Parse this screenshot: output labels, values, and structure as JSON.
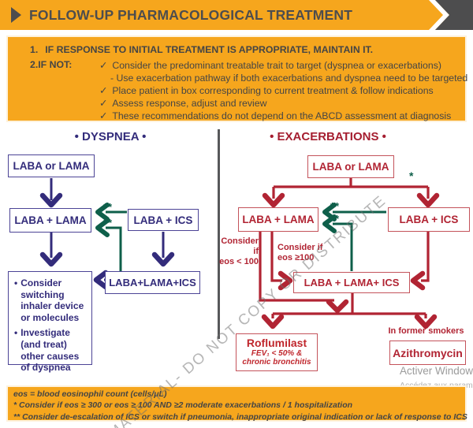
{
  "header": {
    "title": "FOLLOW-UP PHARMACOLOGICAL TREATMENT"
  },
  "instructions": {
    "item1_number": "1.",
    "item1_text": "IF RESPONSE TO INITIAL TREATMENT IS APPROPRIATE, MAINTAIN IT.",
    "item2_number": "2.",
    "item2_label": "IF NOT:",
    "checkmark": "✓",
    "checks": [
      {
        "text": "Consider the predominant treatable trait to target (dyspnea or exacerbations)",
        "sub": "- Use exacerbation pathway if both exacerbations and dyspnea need to be targeted"
      },
      {
        "text": "Place patient in box corresponding to current treatment & follow indications"
      },
      {
        "text": "Assess response, adjust and review"
      },
      {
        "text": "These recommendations do not depend on the ABCD assessment at diagnosis"
      }
    ]
  },
  "dyspnea_pathway": {
    "heading": "• DYSPNEA •",
    "bullet": "•",
    "boxes": {
      "initial": "LABA or LAMA",
      "laba_lama": "LABA + LAMA",
      "laba_ics": "LABA + ICS",
      "triple": "LABA+LAMA+ICS"
    },
    "advice_items": [
      "Consider\nswitching\ninhaler device\nor molecules",
      "Investigate\n(and treat)\nother causes\nof dyspnea"
    ]
  },
  "exacerbations_pathway": {
    "heading": "• EXACERBATIONS •",
    "boxes": {
      "initial": "LABA or LAMA",
      "laba_lama": "LABA + LAMA",
      "laba_ics": "LABA + ICS",
      "triple": "LABA + LAMA+ ICS",
      "roflumilast": "Roflumilast",
      "azithromycin": "Azithromycin"
    },
    "roflumilast_note": "FEV₁ < 50% &\nchronic bronchitis",
    "former_smokers_label": "In former smokers",
    "eos_low_label": "Consider if\neos < 100",
    "eos_high_label": "Consider if\neos ≥100"
  },
  "markers": {
    "star": "*",
    "double_star": "**"
  },
  "footnotes": {
    "line1": "eos = blood eosinophil count (cells/μL)",
    "line2": "* Consider if eos ≥ 300 or eos ≥ 100 AND ≥2 moderate exacerbations / 1 hospitalization",
    "line3": "** Consider de-escalation of ICS or switch if pneumonia, inappropriate original indication or lack of response to ICS"
  },
  "watermarks": {
    "diagonal": "MATERIAL- DO NOT COPY OR DISTRIBUTE",
    "activation_line1": "Activer Windows",
    "activation_line2": "Accédez aux paramètres"
  },
  "colors": {
    "orange": "#F6A61D",
    "navy": "#332C7B",
    "red": "#B12433",
    "green": "#0E5F4A",
    "dark_gray": "#4D4D4E"
  }
}
